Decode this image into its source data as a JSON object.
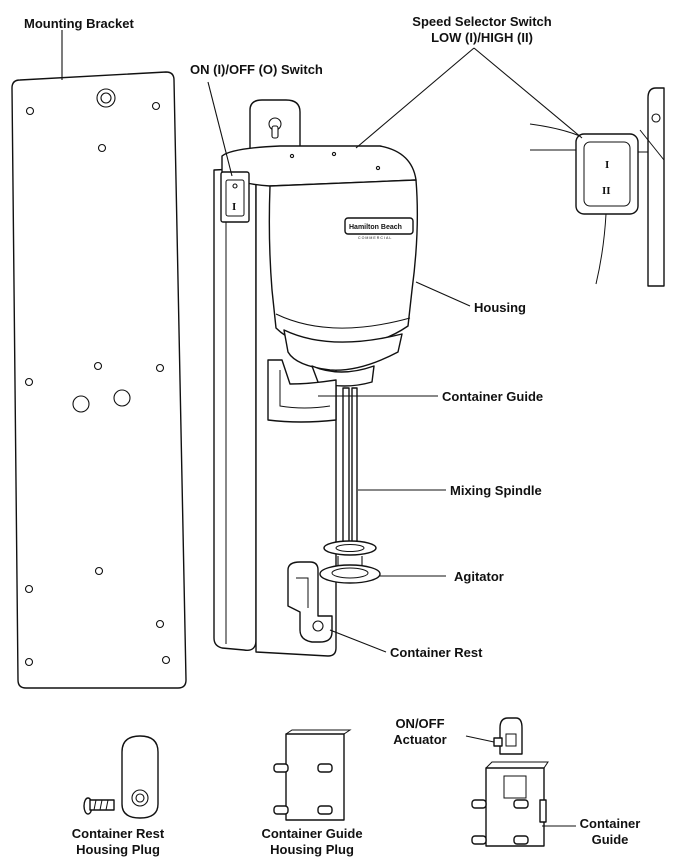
{
  "labels": {
    "mounting_bracket": "Mounting Bracket",
    "speed_selector_line1": "Speed Selector Switch",
    "speed_selector_line2": "LOW (I)/HIGH (II)",
    "on_off_switch": "ON (I)/OFF (O) Switch",
    "housing": "Housing",
    "container_guide": "Container Guide",
    "mixing_spindle": "Mixing Spindle",
    "agitator": "Agitator",
    "container_rest": "Container Rest",
    "on_off_actuator_line1": "ON/OFF",
    "on_off_actuator_line2": "Actuator",
    "container_rest_plug_line1": "Container Rest",
    "container_rest_plug_line2": "Housing Plug",
    "container_guide_plug_line1": "Container Guide",
    "container_guide_plug_line2": "Housing Plug",
    "container_guide_part_line1": "Container",
    "container_guide_part_line2": "Guide"
  },
  "brand": {
    "name": "Hamilton Beach",
    "sub": "COMMERCIAL"
  },
  "switch_marks": {
    "low": "I",
    "high": "II",
    "power": "I"
  }
}
